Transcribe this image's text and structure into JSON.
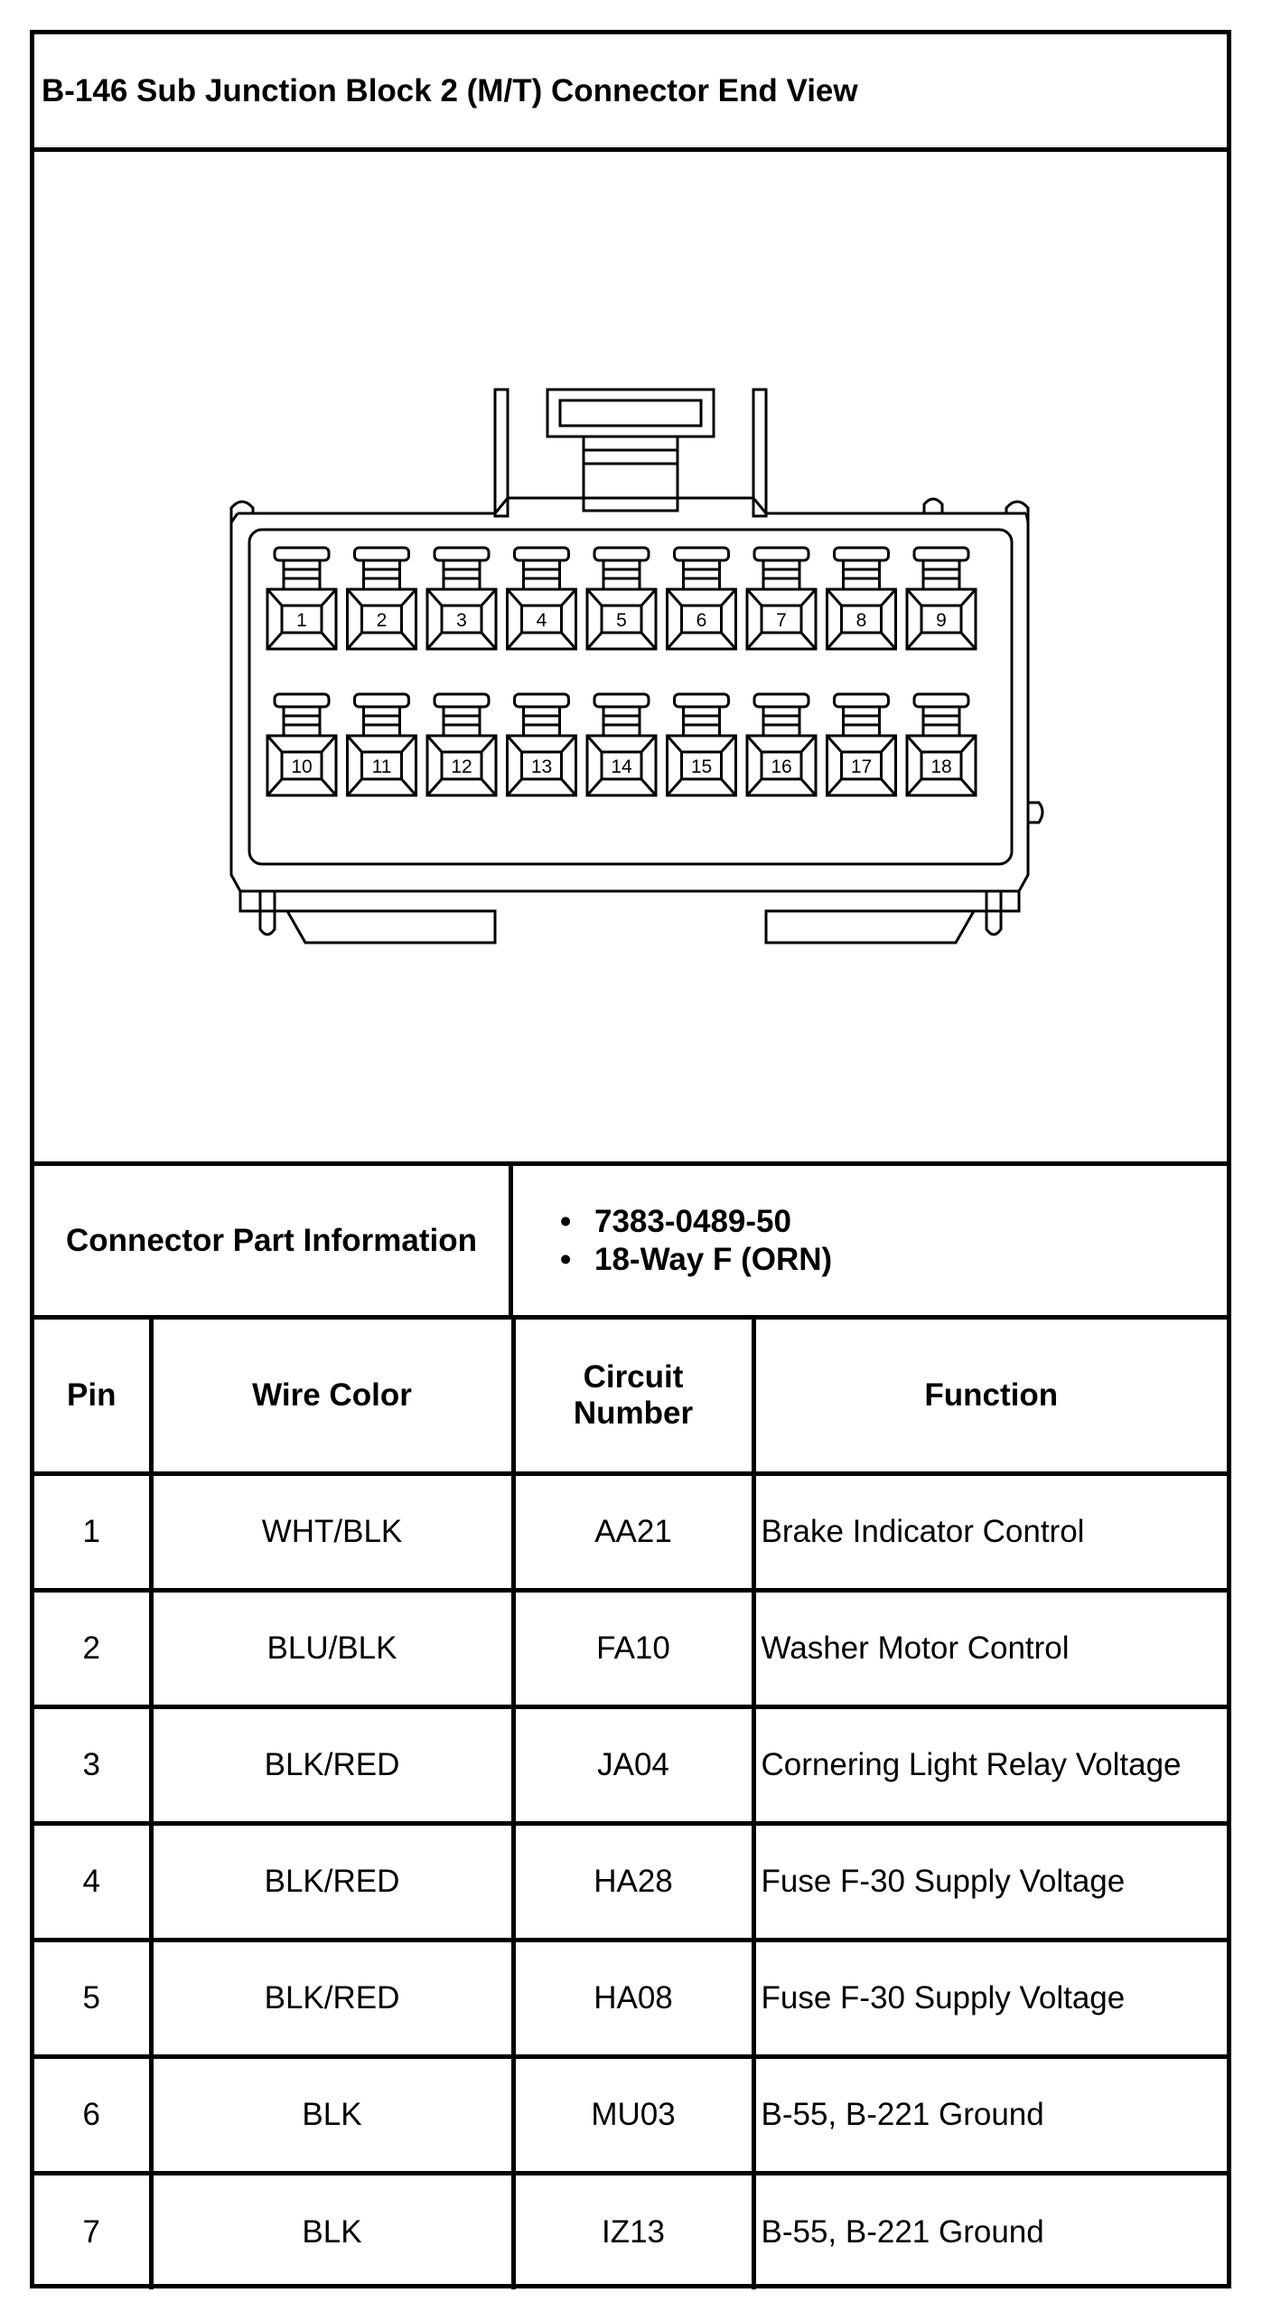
{
  "title": "B-146 Sub Junction Block 2 (M/T) Connector End View",
  "connector_info": {
    "label": "Connector Part Information",
    "items": [
      "7383-0489-50",
      "18-Way F (ORN)"
    ]
  },
  "figure": {
    "pin_numbers": [
      "1",
      "2",
      "3",
      "4",
      "5",
      "6",
      "7",
      "8",
      "9",
      "10",
      "11",
      "12",
      "13",
      "14",
      "15",
      "16",
      "17",
      "18"
    ]
  },
  "table": {
    "headers": {
      "pin": "Pin",
      "wire_color": "Wire Color",
      "circuit_number_line1": "Circuit",
      "circuit_number_line2": "Number",
      "function": "Function"
    },
    "rows": [
      {
        "pin": "1",
        "wire_color": "WHT/BLK",
        "circuit": "AA21",
        "function": "Brake Indicator Control"
      },
      {
        "pin": "2",
        "wire_color": "BLU/BLK",
        "circuit": "FA10",
        "function": "Washer Motor Control"
      },
      {
        "pin": "3",
        "wire_color": "BLK/RED",
        "circuit": "JA04",
        "function": "Cornering Light Relay Voltage"
      },
      {
        "pin": "4",
        "wire_color": "BLK/RED",
        "circuit": "HA28",
        "function": "Fuse F-30 Supply Voltage"
      },
      {
        "pin": "5",
        "wire_color": "BLK/RED",
        "circuit": "HA08",
        "function": "Fuse F-30 Supply Voltage"
      },
      {
        "pin": "6",
        "wire_color": "BLK",
        "circuit": "MU03",
        "function": "B-55, B-221 Ground"
      },
      {
        "pin": "7",
        "wire_color": "BLK",
        "circuit": "IZ13",
        "function": "B-55, B-221 Ground"
      }
    ]
  }
}
